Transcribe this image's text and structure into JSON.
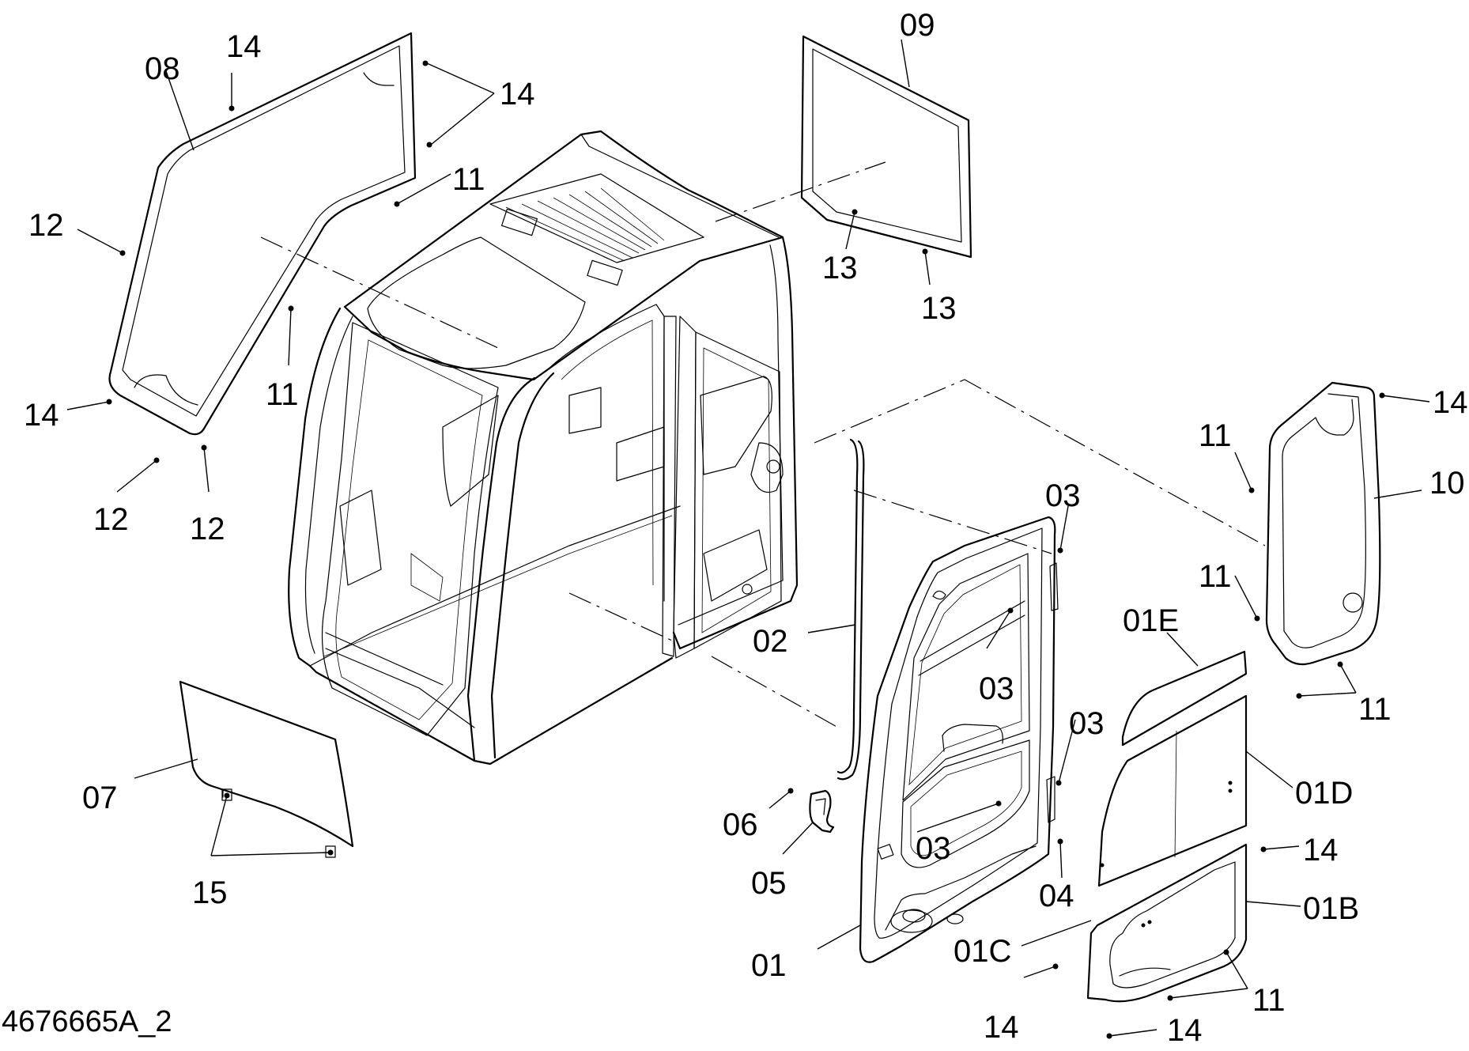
{
  "drawing_code": "4676665A_2",
  "callouts": [
    {
      "id": "c-08",
      "text": "08"
    },
    {
      "id": "c-14a",
      "text": "14"
    },
    {
      "id": "c-14b",
      "text": "14"
    },
    {
      "id": "c-11a",
      "text": "11"
    },
    {
      "id": "c-12a",
      "text": "12"
    },
    {
      "id": "c-11b",
      "text": "11"
    },
    {
      "id": "c-14c",
      "text": "14"
    },
    {
      "id": "c-12b",
      "text": "12"
    },
    {
      "id": "c-12c",
      "text": "12"
    },
    {
      "id": "c-09",
      "text": "09"
    },
    {
      "id": "c-13a",
      "text": "13"
    },
    {
      "id": "c-13b",
      "text": "13"
    },
    {
      "id": "c-14d",
      "text": "14"
    },
    {
      "id": "c-11c",
      "text": "11"
    },
    {
      "id": "c-10",
      "text": "10"
    },
    {
      "id": "c-11d",
      "text": "11"
    },
    {
      "id": "c-11e",
      "text": "11"
    },
    {
      "id": "c-03a",
      "text": "03"
    },
    {
      "id": "c-03b",
      "text": "03"
    },
    {
      "id": "c-02",
      "text": "02"
    },
    {
      "id": "c-01E",
      "text": "01E"
    },
    {
      "id": "c-03c",
      "text": "03"
    },
    {
      "id": "c-01D",
      "text": "01D"
    },
    {
      "id": "c-06",
      "text": "06"
    },
    {
      "id": "c-03d",
      "text": "03"
    },
    {
      "id": "c-14e",
      "text": "14"
    },
    {
      "id": "c-05",
      "text": "05"
    },
    {
      "id": "c-04",
      "text": "04"
    },
    {
      "id": "c-01B",
      "text": "01B"
    },
    {
      "id": "c-07",
      "text": "07"
    },
    {
      "id": "c-15",
      "text": "15"
    },
    {
      "id": "c-01C",
      "text": "01C"
    },
    {
      "id": "c-01",
      "text": "01"
    },
    {
      "id": "c-11f",
      "text": "11"
    },
    {
      "id": "c-14f",
      "text": "14"
    },
    {
      "id": "c-14g",
      "text": "14"
    }
  ]
}
